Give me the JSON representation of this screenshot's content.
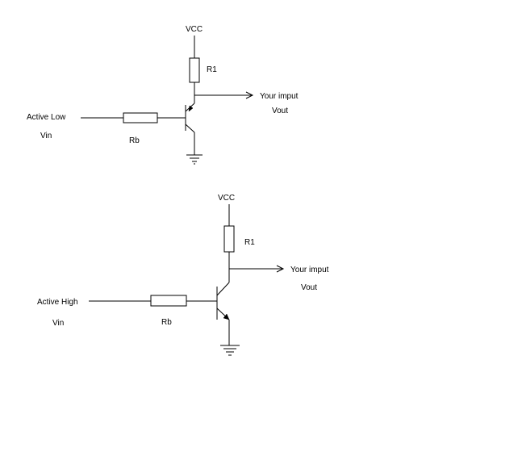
{
  "circuits": [
    {
      "vcc_label": "VCC",
      "r1_label": "R1",
      "output_label": "Your imput",
      "vout_label": "Vout",
      "input_label": "Active Low",
      "vin_label": "Vin",
      "rb_label": "Rb",
      "transistor_type": "PNP"
    },
    {
      "vcc_label": "VCC",
      "r1_label": "R1",
      "output_label": "Your imput",
      "vout_label": "Vout",
      "input_label": "Active High",
      "vin_label": "Vin",
      "rb_label": "Rb",
      "transistor_type": "NPN"
    }
  ]
}
